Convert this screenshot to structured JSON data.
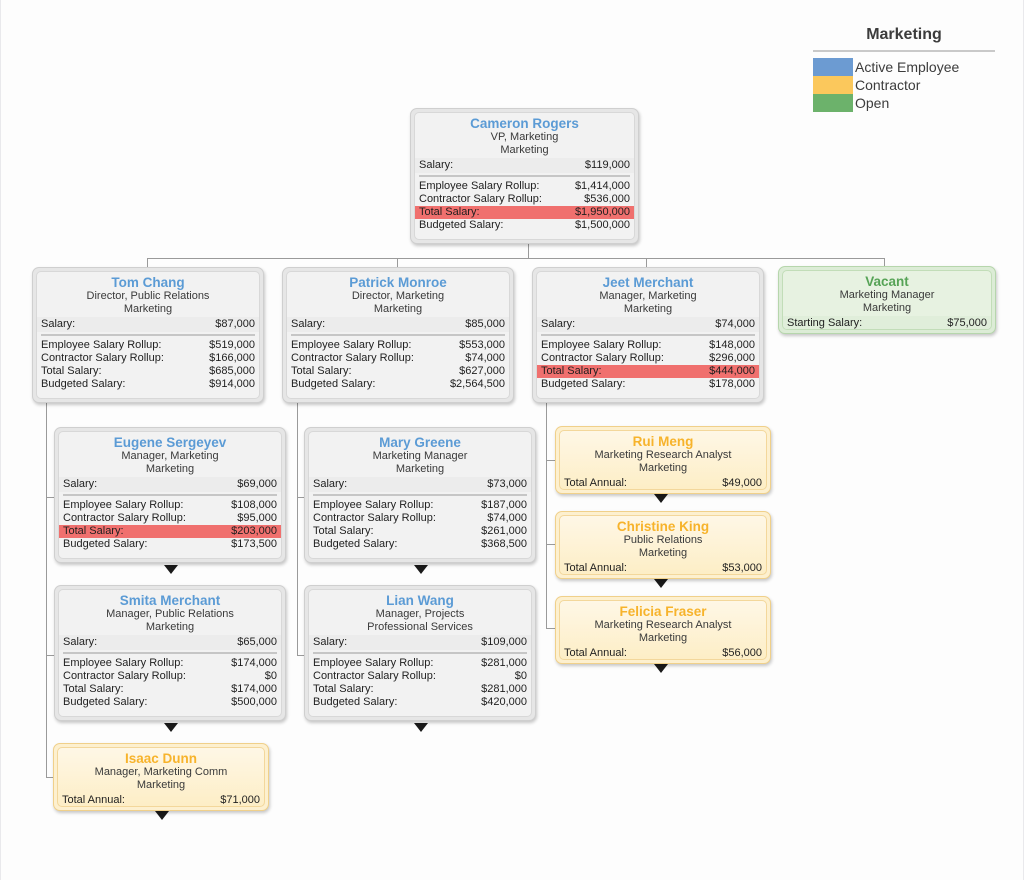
{
  "legend": {
    "title": "Marketing",
    "items": [
      {
        "label": "Active Employee",
        "color": "#6c9bd2"
      },
      {
        "label": "Contractor",
        "color": "#fbc85c"
      },
      {
        "label": "Open",
        "color": "#6cb26b"
      }
    ]
  },
  "labels": {
    "salary": "Salary:",
    "starting_salary": "Starting Salary:",
    "total_annual": "Total Annual:",
    "employee_rollup": "Employee Salary Rollup:",
    "contractor_rollup": "Contractor Salary Rollup:",
    "total_salary": "Total Salary:",
    "budgeted_salary": "Budgeted Salary:"
  },
  "nodes": {
    "cameron": {
      "name": "Cameron Rogers",
      "title": "VP, Marketing",
      "dept": "Marketing",
      "salary": "$119,000",
      "employee_rollup": "$1,414,000",
      "contractor_rollup": "$536,000",
      "total_salary": "$1,950,000",
      "budgeted_salary": "$1,500,000",
      "type": "Active Employee",
      "over_budget": true
    },
    "tom": {
      "name": "Tom Chang",
      "title": "Director, Public Relations",
      "dept": "Marketing",
      "salary": "$87,000",
      "employee_rollup": "$519,000",
      "contractor_rollup": "$166,000",
      "total_salary": "$685,000",
      "budgeted_salary": "$914,000",
      "type": "Active Employee",
      "over_budget": false
    },
    "patrick": {
      "name": "Patrick Monroe",
      "title": "Director, Marketing",
      "dept": "Marketing",
      "salary": "$85,000",
      "employee_rollup": "$553,000",
      "contractor_rollup": "$74,000",
      "total_salary": "$627,000",
      "budgeted_salary": "$2,564,500",
      "type": "Active Employee",
      "over_budget": false
    },
    "jeet": {
      "name": "Jeet Merchant",
      "title": "Manager, Marketing",
      "dept": "Marketing",
      "salary": "$74,000",
      "employee_rollup": "$148,000",
      "contractor_rollup": "$296,000",
      "total_salary": "$444,000",
      "budgeted_salary": "$178,000",
      "type": "Active Employee",
      "over_budget": true
    },
    "vacant": {
      "name": "Vacant",
      "title": "Marketing Manager",
      "dept": "Marketing",
      "starting_salary": "$75,000",
      "type": "Open"
    },
    "eugene": {
      "name": "Eugene Sergeyev",
      "title": "Manager, Marketing",
      "dept": "Marketing",
      "salary": "$69,000",
      "employee_rollup": "$108,000",
      "contractor_rollup": "$95,000",
      "total_salary": "$203,000",
      "budgeted_salary": "$173,500",
      "type": "Active Employee",
      "over_budget": true
    },
    "mary": {
      "name": "Mary Greene",
      "title": "Marketing Manager",
      "dept": "Marketing",
      "salary": "$73,000",
      "employee_rollup": "$187,000",
      "contractor_rollup": "$74,000",
      "total_salary": "$261,000",
      "budgeted_salary": "$368,500",
      "type": "Active Employee",
      "over_budget": false
    },
    "smita": {
      "name": "Smita Merchant",
      "title": "Manager, Public Relations",
      "dept": "Marketing",
      "salary": "$65,000",
      "employee_rollup": "$174,000",
      "contractor_rollup": "$0",
      "total_salary": "$174,000",
      "budgeted_salary": "$500,000",
      "type": "Active Employee",
      "over_budget": false
    },
    "lian": {
      "name": "Lian Wang",
      "title": "Manager, Projects",
      "dept": "Professional Services",
      "salary": "$109,000",
      "employee_rollup": "$281,000",
      "contractor_rollup": "$0",
      "total_salary": "$281,000",
      "budgeted_salary": "$420,000",
      "type": "Active Employee",
      "over_budget": false
    },
    "rui": {
      "name": "Rui Meng",
      "title": "Marketing Research Analyst",
      "dept": "Marketing",
      "total_annual": "$49,000",
      "type": "Contractor"
    },
    "christine": {
      "name": "Christine King",
      "title": "Public Relations",
      "dept": "Marketing",
      "total_annual": "$53,000",
      "type": "Contractor"
    },
    "felicia": {
      "name": "Felicia Fraser",
      "title": "Marketing Research Analyst",
      "dept": "Marketing",
      "total_annual": "$56,000",
      "type": "Contractor"
    },
    "isaac": {
      "name": "Isaac Dunn",
      "title": "Manager, Marketing Comm",
      "dept": "Marketing",
      "total_annual": "$71,000",
      "type": "Contractor"
    }
  }
}
